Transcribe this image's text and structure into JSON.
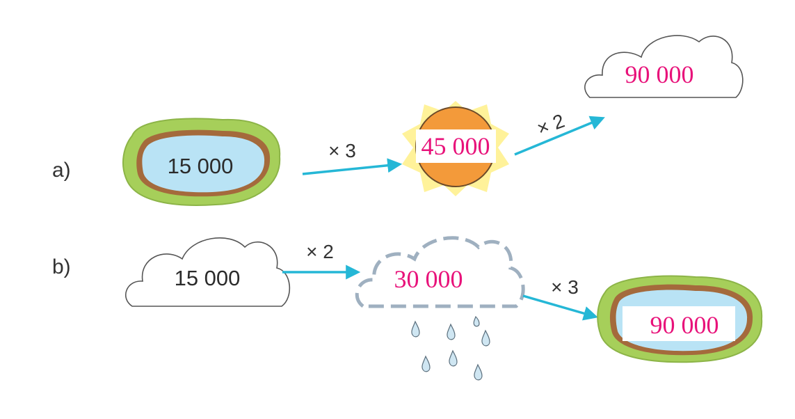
{
  "part_a": {
    "label": "a)",
    "start": "15 000",
    "step1": {
      "op": "× 3",
      "result": "45 000"
    },
    "step2": {
      "op": "× 2",
      "result": "90 000"
    }
  },
  "part_b": {
    "label": "b)",
    "start": "15 000",
    "step1": {
      "op": "× 2",
      "result": "30 000"
    },
    "step2": {
      "op": "× 3",
      "result": "90 000"
    }
  },
  "colors": {
    "arrow": "#25b7d6",
    "answer": "#e8127a",
    "pond_water": "#b9e3f5",
    "pond_grass": "#a6cf5a",
    "pond_rim": "#a46a3c",
    "sun_fill": "#f39a3a",
    "sun_glow": "#fff29a",
    "raindrop": "#cfe6f2"
  },
  "icons": [
    "pond-icon",
    "sun-icon",
    "cloud-icon",
    "rain-cloud-icon",
    "raindrop-icon"
  ]
}
